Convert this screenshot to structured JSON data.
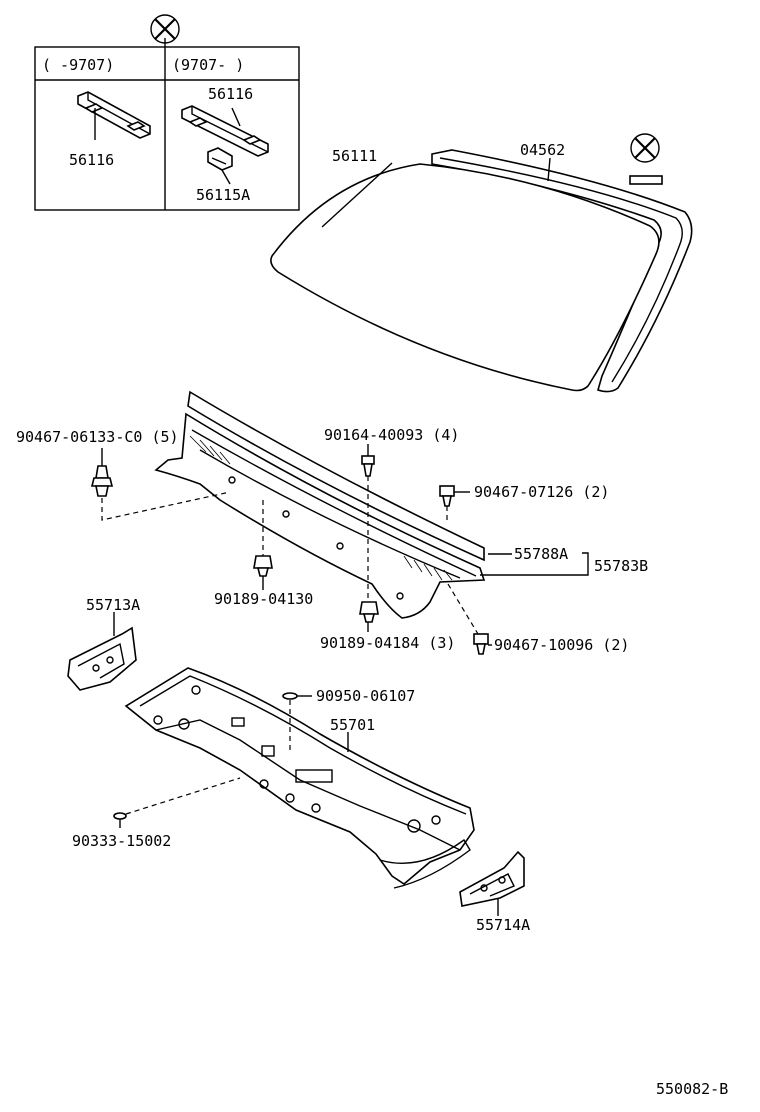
{
  "inset": {
    "left_range": "(      -9707)",
    "right_range": "(9707-      )",
    "left_part": "56116",
    "right_part_top": "56116",
    "right_part_bottom": "56115A"
  },
  "labels": {
    "windshield_glass": "56111",
    "moulding": "04562",
    "bolt_left": "90467-06133-C0 (5)",
    "screw_top": "90164-40093 (4)",
    "clip_right": "90467-07126 (2)",
    "seal": "55788A",
    "louver_assy": "55783B",
    "nut_left": "90189-04130",
    "nut_center": "90189-04184 (3)",
    "clip_bottom": "90467-10096 (2)",
    "bracket_left": "55713A",
    "plug_top": "90950-06107",
    "cowl_panel": "55701",
    "plug_bottom": "90333-15002",
    "bracket_right": "55714A"
  },
  "diagram_code": "550082-B",
  "icons": [
    "do-not-reuse-symbol",
    "do-not-reuse-symbol"
  ]
}
